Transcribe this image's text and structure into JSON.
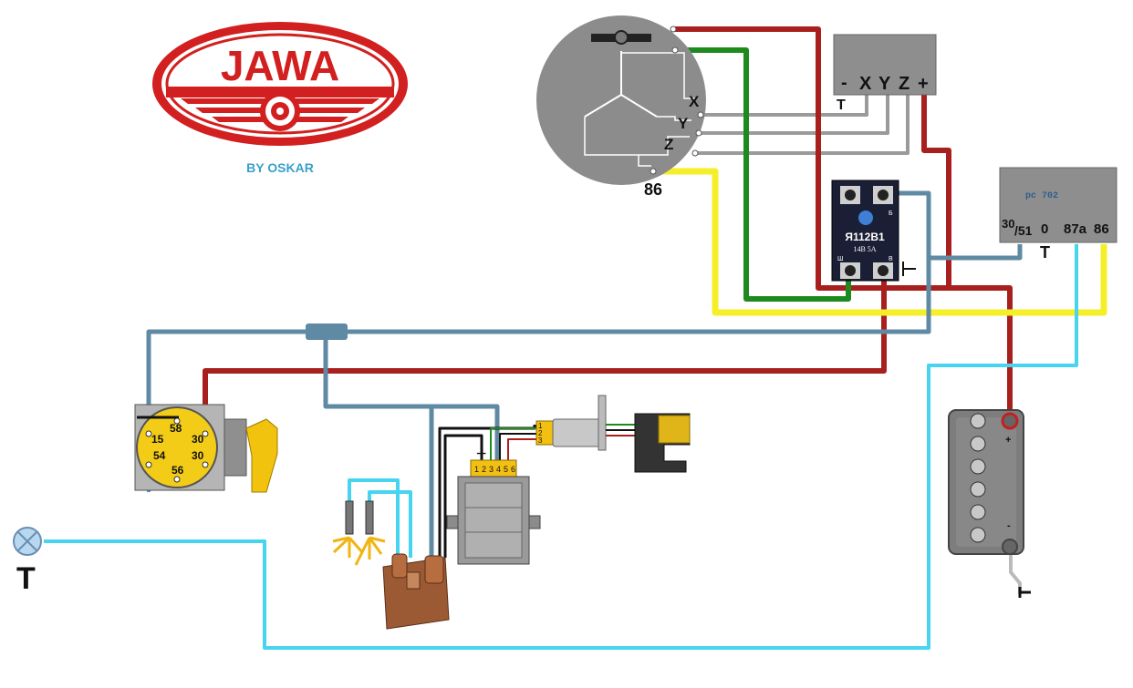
{
  "logo": {
    "brand": "JAWA",
    "byline": "BY OSKAR"
  },
  "stator": {
    "x": "X",
    "y": "Y",
    "z": "Z",
    "pin86": "86"
  },
  "regulator": {
    "minus": "-",
    "x": "X",
    "y": "Y",
    "z": "Z",
    "plus": "+",
    "ground": "T"
  },
  "relay_ya": {
    "model": "Я112В1",
    "rating": "14В  5А",
    "term_b": "Б",
    "term_sh": "Ш",
    "term_v": "В"
  },
  "relay_pc": {
    "model": "pc 702",
    "t30": "30",
    "t51": "/51",
    "t0": "0",
    "t87a": "87a",
    "t86": "86",
    "ground": "T"
  },
  "ignition_switch": {
    "t15": "15",
    "t58": "58",
    "t30a": "30",
    "t54": "54",
    "t30b": "30",
    "t56": "56"
  },
  "ecu": {
    "pins": [
      "1",
      "2",
      "3",
      "4",
      "5",
      "6"
    ],
    "ground_mark": "⊥"
  },
  "sensor_connector": {
    "pins": [
      "1",
      "2",
      "3"
    ]
  },
  "battery": {
    "plus": "+",
    "minus": "-"
  },
  "lamp": {
    "ground": "T"
  },
  "colors": {
    "red": "#a8201d",
    "green": "#1c8a1c",
    "yellow": "#f5ef2a",
    "slate": "#5f8aa3",
    "cyan": "#46d4ee",
    "black": "#111111",
    "grey": "#9a9a9a"
  }
}
